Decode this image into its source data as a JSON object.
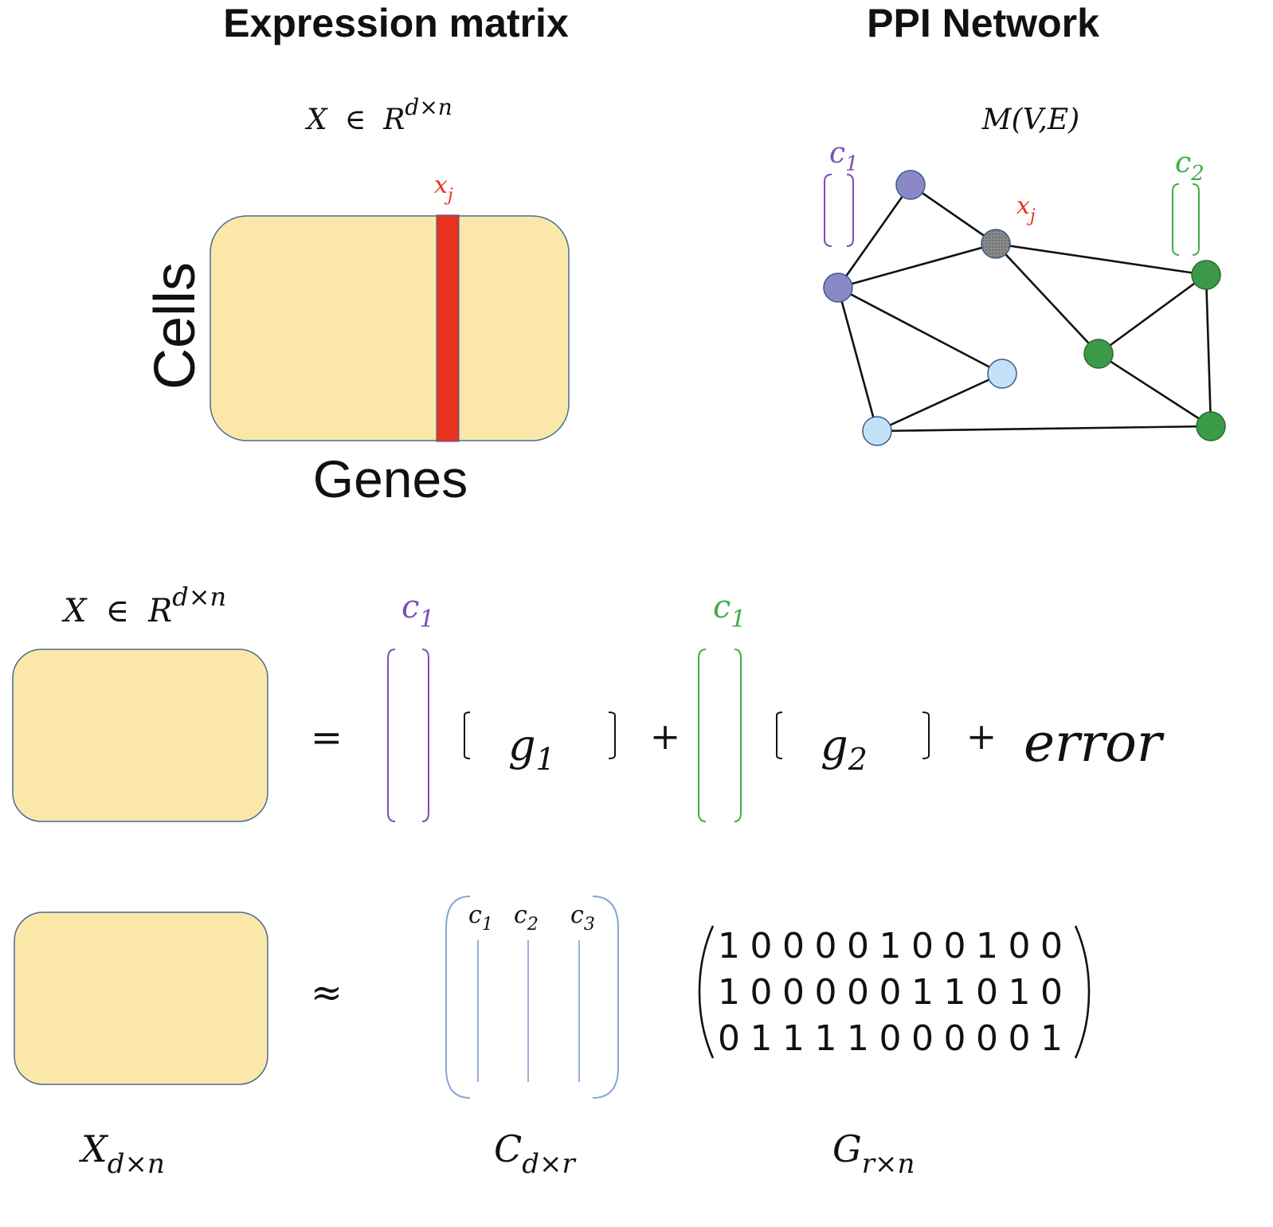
{
  "colors": {
    "matrix_fill": "#fbe8a9",
    "matrix_stroke": "#4a6b96",
    "highlight_column": "#e8321f",
    "purple": "#7b4fb3",
    "purple_node": "#8c88c8",
    "green": "#3fae49",
    "green_node": "#3a9a48",
    "light_blue_node": "#c3e2f9",
    "gray_node": "#8a8a8a",
    "blue_bracket": "#8aa5d8",
    "text": "#111111"
  },
  "top_left": {
    "title": "Expression matrix",
    "formula": {
      "base": "X",
      "in": "∈",
      "set": "R",
      "sup": "d×n"
    },
    "column_label": {
      "base": "x",
      "sub": "j"
    },
    "y_label": "Cells",
    "x_label": "Genes"
  },
  "top_right": {
    "title": "PPI Network",
    "formula": "M(V,E)",
    "label_c1": {
      "base": "c",
      "sub": "1"
    },
    "label_c2": {
      "base": "c",
      "sub": "2"
    },
    "label_xj": {
      "base": "x",
      "sub": "j"
    }
  },
  "decomposition": {
    "formula": {
      "base": "X",
      "in": "∈",
      "set": "R",
      "sup": "d×n"
    },
    "equals": "=",
    "col1_label": {
      "base": "c",
      "sub": "1"
    },
    "col2_label": {
      "base": "c",
      "sub": "1"
    },
    "row1": {
      "base": "g",
      "sub": "1"
    },
    "row2": {
      "base": "g",
      "sub": "2"
    },
    "plus": "+",
    "error": "error"
  },
  "factorization": {
    "approx": "≈",
    "col_labels": [
      {
        "base": "c",
        "sub": "1"
      },
      {
        "base": "c",
        "sub": "2"
      },
      {
        "base": "c",
        "sub": "3"
      }
    ],
    "g_matrix": [
      [
        "1",
        "0",
        "0",
        "0",
        "0",
        "1",
        "0",
        "0",
        "1",
        "0",
        "0"
      ],
      [
        "1",
        "0",
        "0",
        "0",
        "0",
        "0",
        "1",
        "1",
        "0",
        "1",
        "0"
      ],
      [
        "0",
        "1",
        "1",
        "1",
        "1",
        "0",
        "0",
        "0",
        "0",
        "0",
        "1"
      ]
    ],
    "x_caption": {
      "base": "X",
      "sub": "d×n"
    },
    "c_caption": {
      "base": "C",
      "sub": "d×r"
    },
    "g_caption": {
      "base": "G",
      "sub": "r×n"
    }
  }
}
